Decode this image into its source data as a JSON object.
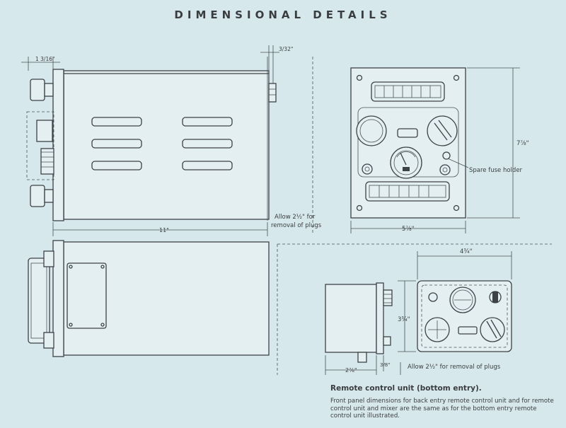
{
  "title": "DIMENSIONAL DETAILS",
  "labels": {
    "dim_top_left": "1 3/16\"",
    "dim_top_right": "3/32\"",
    "dim_length": "11\"",
    "allow_plugs_line1": "Allow 2½\" for",
    "allow_plugs_line2": "removal of plugs",
    "dim_panel_width": "5⅞\"",
    "dim_panel_height": "7⅞\"",
    "spare_fuse": "Spare fuse holder",
    "dim_remote_width": "4¾\"",
    "dim_remote_height": "3¾\"",
    "dim_remote_depth": "2⅞\"",
    "dim_remote_small": "3/8\"",
    "allow_plugs_remote": "Allow 2½\" for removal of plugs"
  },
  "caption": {
    "title": "Remote control unit (bottom entry).",
    "text": "Front panel dimensions for back entry remote control unit and for remote control unit and mixer are the same as for the bottom entry remote control unit illustrated."
  }
}
